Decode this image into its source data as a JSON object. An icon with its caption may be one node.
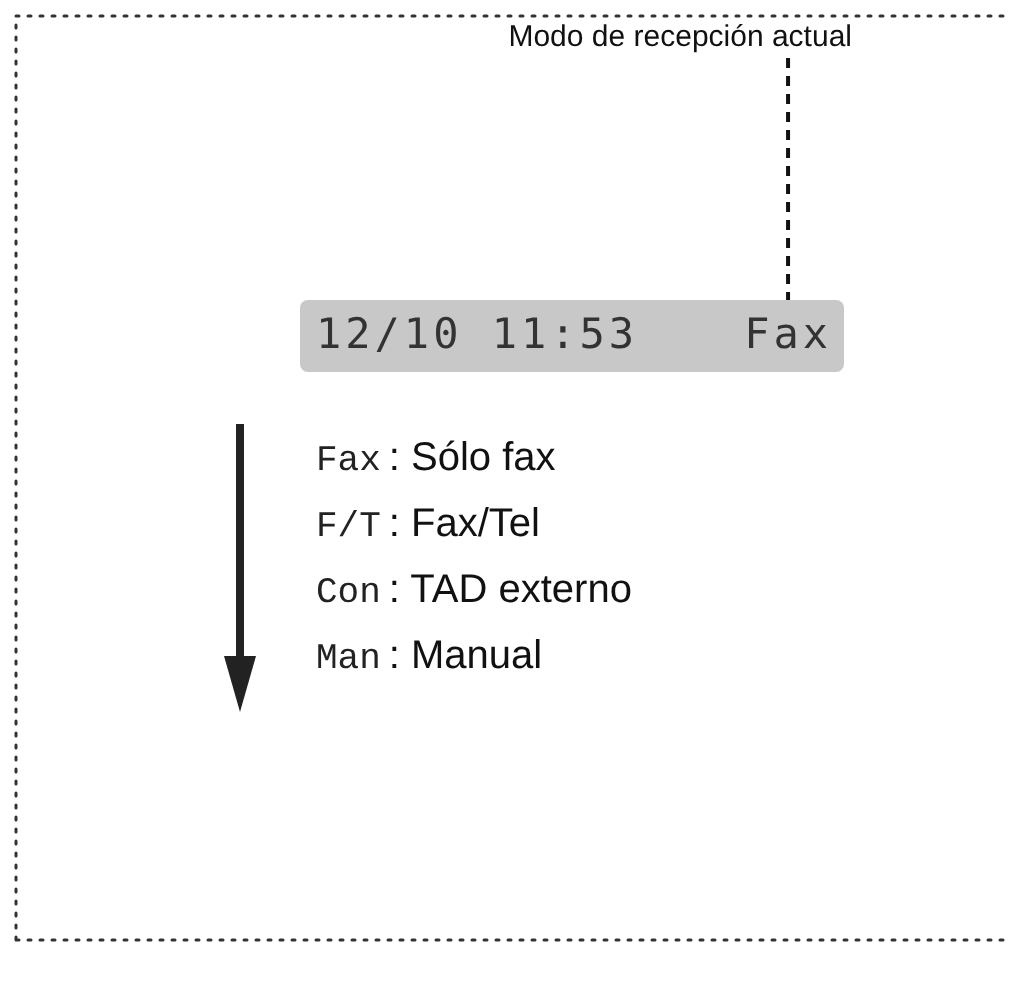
{
  "diagram": {
    "nodes": [
      {
        "text": [
          "Modo de recepción actual"
        ]
      },
      {
        "text": [
          "12/10 11:53"
        ]
      },
      {
        "text": [
          "Fax"
        ],
        "in": 1
      }
    ],
    "edges": [
      {
        "from": 0,
        "to": 2,
        "arrow": "none",
        "style": "dashed"
      }
    ],
    "labels": [
      "Fax",
      ": Sólo fax",
      "F/T",
      ": Fax/Tel",
      "Con",
      ": TAD externo",
      "Man",
      ": Manual"
    ]
  }
}
